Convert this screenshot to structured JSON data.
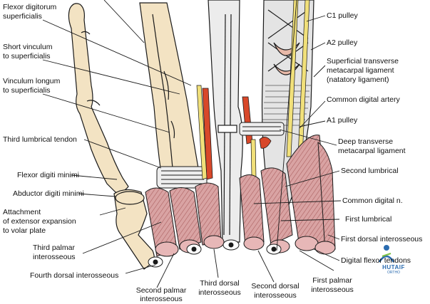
{
  "labels_left": [
    "Flexor digitorum",
    "superficialis",
    "Short vinculum",
    "to superficialis",
    "Vinculum longum",
    "to superficialis",
    "Third lumbrical tendon",
    "Flexor digiti minimi",
    "Abductor digiti minimi",
    "Attachment",
    "of extensor expansion",
    "to volar plate",
    "Third palmar",
    "interosseous",
    "Fourth dorsal interosseous"
  ],
  "labels_right": [
    "C1 pulley",
    "A2 pulley",
    "Superficial transverse",
    "metacarpal ligament",
    "(natatory ligament)",
    "Common digital artery",
    "A1 pulley",
    "Deep transverse",
    "metacarpal ligament",
    "Second lumbrical",
    "Common digital n.",
    "First lumbrical",
    "First dorsal interosseous",
    "Digital flexor tendons"
  ],
  "labels_bottom": [
    "Second palmar",
    "interosseous",
    "Third dorsal",
    "interosseous",
    "Second dorsal",
    "interosseous",
    "First palmar",
    "interosseous"
  ],
  "watermark": {
    "word": "HUTAIF",
    "sub": "ORTHO"
  },
  "colors": {
    "bone": "#f3e3c3",
    "muscle": "#d9a3a3",
    "muscle_stripe": "#a85c5c",
    "tendon": "#ececec",
    "artery": "#d8482a",
    "nerve": "#f1e07a",
    "ink": "#1a1a1a"
  }
}
